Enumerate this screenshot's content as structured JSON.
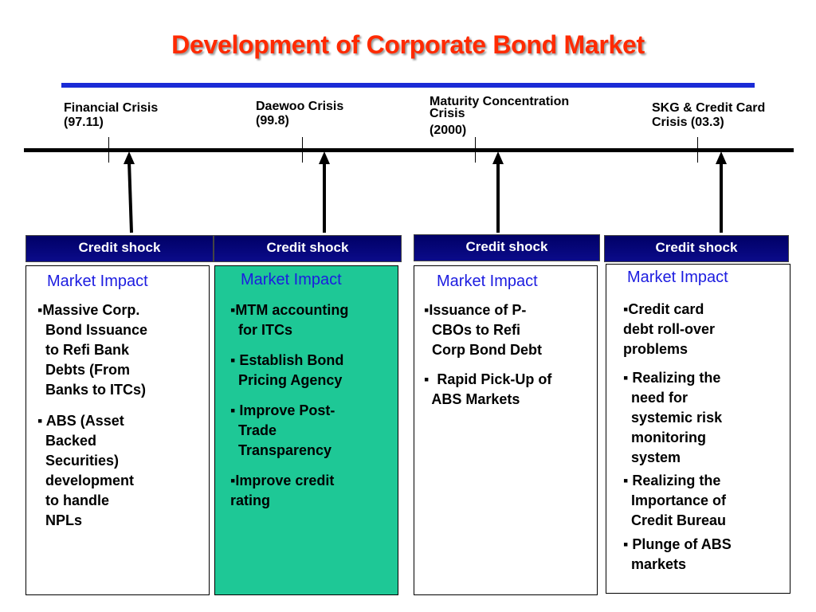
{
  "title": "Development of Corporate Bond Market",
  "events": [
    {
      "l1": "Financial Crisis",
      "l2": "(97.11)"
    },
    {
      "l1": "Daewoo Crisis",
      "l2": "(99.8)"
    },
    {
      "l1": "Maturity Concentration",
      "l2": "Crisis",
      "l3": "(2000)"
    },
    {
      "l1": "SKG & Credit Card",
      "l2": "Crisis (03.3)"
    }
  ],
  "shock_label": "Credit shock",
  "impact_title": "Market Impact",
  "columns": [
    {
      "bullets": [
        [
          "▪Massive Corp.",
          "  Bond Issuance",
          "  to Refi Bank",
          "  Debts (From",
          "  Banks to ITCs)"
        ],
        [
          "▪ ABS (Asset",
          "  Backed",
          "  Securities)",
          "  development",
          "  to handle",
          "  NPLs"
        ]
      ]
    },
    {
      "bullets": [
        [
          "▪MTM accounting",
          "  for ITCs"
        ],
        [
          "▪ Establish Bond",
          "  Pricing Agency"
        ],
        [
          "▪ Improve Post-",
          "  Trade",
          "  Transparency"
        ],
        [
          "▪Improve credit",
          "rating"
        ]
      ]
    },
    {
      "bullets": [
        [
          "▪Issuance of P-",
          "  CBOs to Refi",
          "  Corp Bond Debt"
        ],
        [
          "▪  Rapid Pick-Up of",
          "  ABS Markets"
        ]
      ]
    },
    {
      "bullets": [
        [
          "▪Credit card",
          "debt roll-over",
          "problems"
        ],
        [
          "▪ Realizing the",
          "  need for",
          "  systemic risk",
          "  monitoring",
          "  system"
        ],
        [
          "▪ Realizing the",
          "  Importance of",
          "  Credit Bureau"
        ],
        [
          "▪ Plunge of ABS",
          "  markets"
        ]
      ]
    }
  ]
}
